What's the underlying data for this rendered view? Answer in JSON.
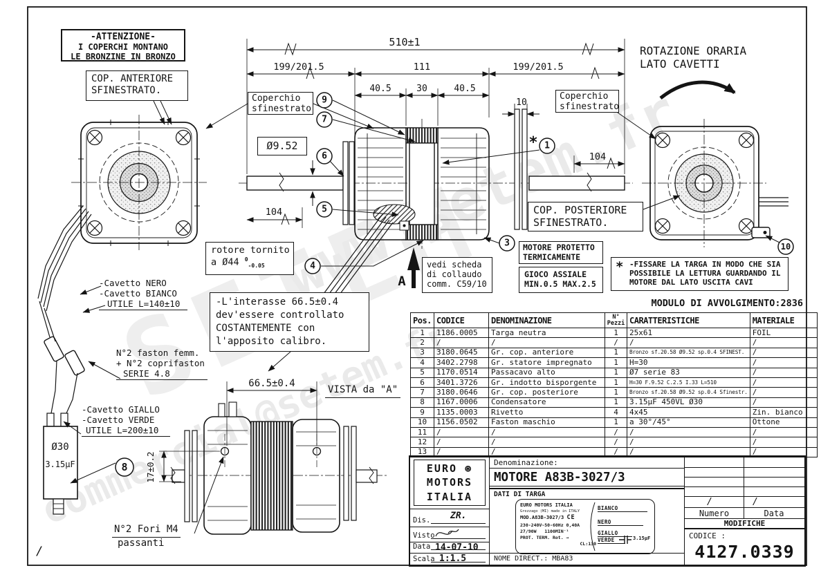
{
  "colors": {
    "line": "#141414",
    "stipple": "#8a8a8a",
    "watermark": "#d6d6d6"
  },
  "watermark": {
    "top": "www.setem.fr",
    "mid": "SETEM",
    "bottom": "commercial@setem.fr"
  },
  "labels": {
    "attenzione_title": "-ATTENZIONE-",
    "attenzione_l1": "I COPERCHI MONTANO",
    "attenzione_l2": "LE BRONZINE IN BRONZO",
    "cop_ant_l1": "COP. ANTERIORE",
    "cop_ant_l2": "SFINESTRATO.",
    "cop_post_l1": "COP. POSTERIORE",
    "cop_post_l2": "SFINESTRATO.",
    "coperchio_l1": "Coperchio",
    "coperchio_l2": "sfinestrato",
    "rotazione_l1": "ROTAZIONE ORARIA",
    "rotazione_l2": "LATO CAVETTI",
    "rotore_l1": "rotore tornito",
    "rotore_l2": "a Ø44",
    "rotore_tol_top": "0",
    "rotore_tol_bot": "-0.05",
    "vedi_l1": "vedi scheda",
    "vedi_l2": "di collaudo",
    "vedi_l3": "comm. C59/10",
    "vista_arrow_label": "A",
    "protetto_l1": "MOTORE PROTETTO",
    "protetto_l2": "TERMICAMENTE",
    "gioco_l1": "GIOCO ASSIALE",
    "gioco_l2": "MIN.0.5 MAX.2.5",
    "fissare_star": "*",
    "fissare_l1": "-FISSARE LA TARGA IN MODO CHE SIA",
    "fissare_l2": "POSSIBILE LA LETTURA GUARDANDO IL",
    "fissare_l3": "MOTORE DAL LATO USCITA CAVI",
    "modulo": "MODULO DI AVVOLGIMENTO:2836",
    "interasse_l1": "-L'interasse 66.5±0.4",
    "interasse_l2": "dev'essere controllato",
    "interasse_l3": "COSTANTEMENTE con",
    "interasse_l4": "l'apposito calibro.",
    "vista_da_a": "VISTA da \"A\"",
    "nero_l1": "-Cavetto NERO",
    "nero_l2": "-Cavetto BIANCO",
    "nero_l3": "UTILE L=140±10",
    "faston_l1": "N°2 faston femm.",
    "faston_l2": "+ N°2 coprifaston",
    "faston_l3": "SERIE 4.8",
    "giallo_l1": "-Cavetto GIALLO",
    "giallo_l2": "-Cavetto VERDE",
    "giallo_l3": "UTILE L=200±10",
    "cond_l1": "Ø30",
    "cond_l2": "3.15µF",
    "fori_l1": "N°2 Fori M4",
    "fori_l2": "passanti",
    "slash": "/",
    "star": "*"
  },
  "dims": {
    "d510": "510±1",
    "d199_left": "199/201.5",
    "d111": "111",
    "d199_right": "199/201.5",
    "d405_left": "40.5",
    "d30": "30",
    "d405_right": "40.5",
    "d10": "10",
    "d952": "Ø9.52",
    "d104_left": "104",
    "d104_right": "104",
    "d665": "66.5±0.4",
    "d17": "17±0.2"
  },
  "balloons": {
    "b1": "1",
    "b3": "3",
    "b4": "4",
    "b5": "5",
    "b6": "6",
    "b7": "7",
    "b8": "8",
    "b9": "9",
    "b10": "10"
  },
  "parts_table": {
    "headers": {
      "pos": "Pos.",
      "codice": "CODICE",
      "den": "DENOMINAZIONE",
      "qty1": "N°",
      "qty2": "Pezzi",
      "car": "CARATTERISTICHE",
      "mat": "MATERIALE"
    },
    "rows": [
      {
        "pos": "1",
        "codice": "1186.0005",
        "den": "Targa neutra",
        "qty": "1",
        "car": "25x61",
        "mat": "FOIL"
      },
      {
        "pos": "2",
        "codice": "/",
        "den": "/",
        "qty": "/",
        "car": "/",
        "mat": "/"
      },
      {
        "pos": "3",
        "codice": "3180.0645",
        "den": "Gr. cop. anteriore",
        "qty": "1",
        "car": "Bronzo sf.20.58 Ø9.52 sp.0.4 SFINEST.",
        "mat": "/"
      },
      {
        "pos": "4",
        "codice": "3402.2798",
        "den": "Gr. statore impregnato",
        "qty": "1",
        "car": "H=30",
        "mat": "/"
      },
      {
        "pos": "5",
        "codice": "1170.0514",
        "den": "Passacavo alto",
        "qty": "1",
        "car": "Ø7 serie 83",
        "mat": "/"
      },
      {
        "pos": "6",
        "codice": "3401.3726",
        "den": "Gr. indotto bisporgente",
        "qty": "1",
        "car": "H=30 F.9.52 C.2.5 I.33 L=510",
        "mat": "/"
      },
      {
        "pos": "7",
        "codice": "3180.0646",
        "den": "Gr. cop. posteriore",
        "qty": "1",
        "car": "Bronzo sf.20.58 Ø9.52 sp.0.4 Sfinestr.",
        "mat": "/"
      },
      {
        "pos": "8",
        "codice": "1167.0006",
        "den": "Condensatore",
        "qty": "1",
        "car": "3.15µF 450VL Ø30",
        "mat": "/"
      },
      {
        "pos": "9",
        "codice": "1135.0003",
        "den": "Rivetto",
        "qty": "4",
        "car": "4x45",
        "mat": "Zin. bianco"
      },
      {
        "pos": "10",
        "codice": "1156.0502",
        "den": "Faston maschio",
        "qty": "1",
        "car": "a 30°/45°",
        "mat": "Ottone"
      },
      {
        "pos": "11",
        "codice": "/",
        "den": "/",
        "qty": "/",
        "car": "/",
        "mat": "/"
      },
      {
        "pos": "12",
        "codice": "/",
        "den": "/",
        "qty": "/",
        "car": "/",
        "mat": "/"
      },
      {
        "pos": "13",
        "codice": "/",
        "den": "/",
        "qty": "/",
        "car": "/",
        "mat": "/"
      }
    ]
  },
  "title_block": {
    "logo_l1": "EURO",
    "logo_fan": "⊛",
    "logo_l2": "MOTORS",
    "logo_l3": "ITALIA",
    "dis_label": "Dis.",
    "dis_sign": "ZR.",
    "visto_label": "Visto",
    "data_label": "Data",
    "data_value": "14-07-10",
    "scala_label": "Scala",
    "scala_value": "1:1.5",
    "denominazione_label": "Denominazione:",
    "denominazione_value": "MOTORE A83B-3027/3",
    "dati_di_targa": "DATI DI TARGA",
    "nameplate": {
      "company": "EURO MOTORS ITALIA",
      "address": "Grezzago (MI) made in ITALY",
      "mod": "MOD.A83B-3027/3",
      "ce": "CE",
      "electric": "230-240V~50-60Hz 0,40A",
      "power": "27/90W",
      "speed": "1100MIN⁻¹",
      "prot": "PROT. TERM.",
      "rot": "Rot.",
      "rot_arrow": "→",
      "cl": "CL:130",
      "wire1": "BIANCO",
      "wire2": "NERO",
      "wire3": "GIALLO",
      "wire4": "VERDE",
      "cap": "3.15µF"
    },
    "nome_direct": "NOME DIRECT.: MBA83",
    "numero_label": "Numero",
    "data_col_label": "Data",
    "mod_slash1": "/",
    "mod_slash2": "/",
    "modifiche_label": "MODIFICHE",
    "codice_label": "CODICE :",
    "codice_value": "4127.0339"
  }
}
